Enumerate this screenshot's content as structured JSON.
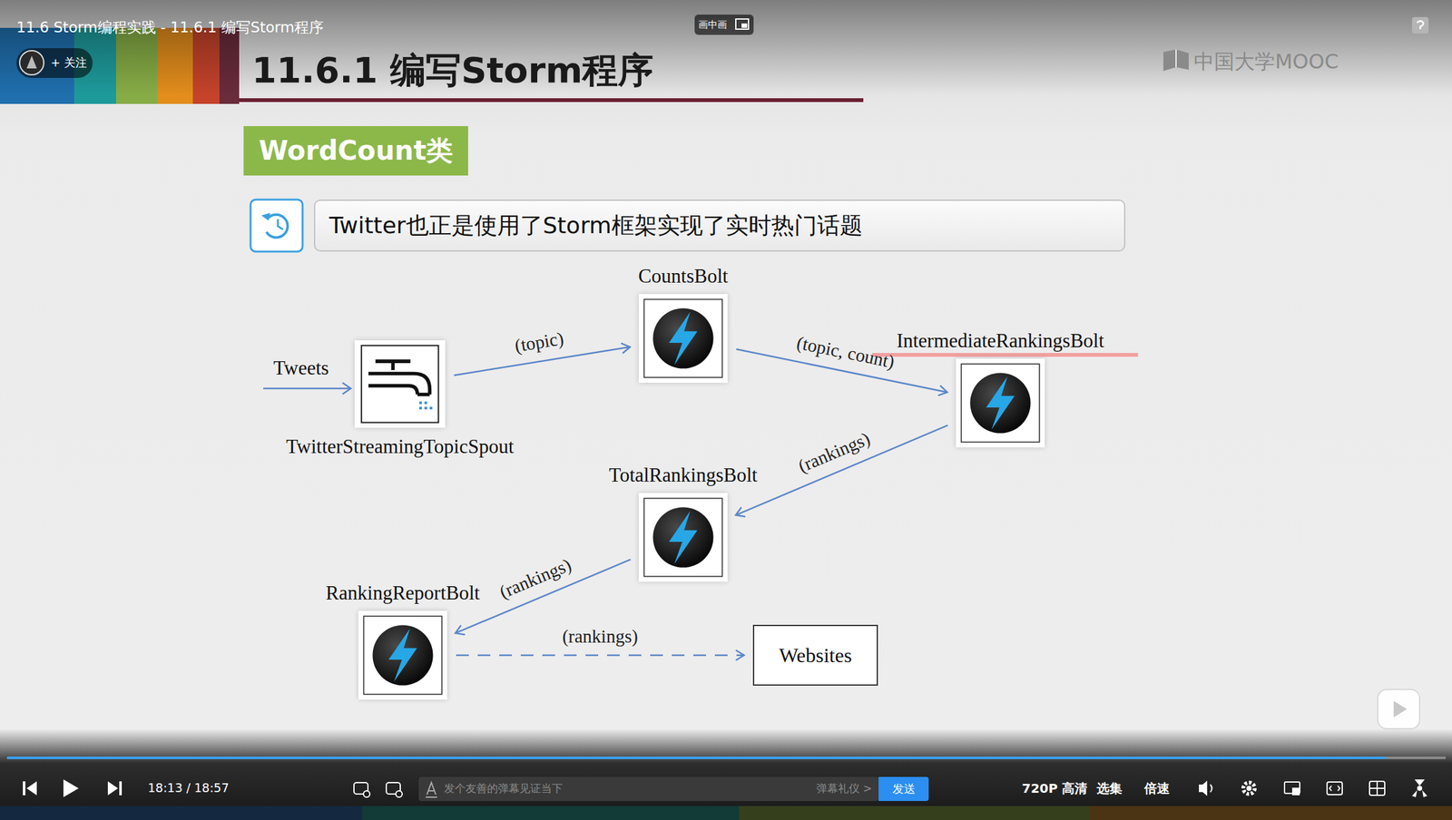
{
  "diagram": {
    "title": "11.6.1 编写Storm程序",
    "nodes": [
      {
        "text": [
          "WordCount类"
        ]
      },
      {
        "text": [
          "Twitter也正是使用了Storm框架实现了实时热门话题"
        ]
      },
      {
        "text": [
          "TwitterStreamingTopicSpout"
        ]
      },
      {
        "text": [
          "CountsBolt"
        ]
      },
      {
        "text": [
          "IntermediateRankingsBolt"
        ]
      },
      {
        "text": [
          "TotalRankingsBolt"
        ]
      },
      {
        "text": [
          "RankingReportBolt"
        ]
      },
      {
        "text": [
          "Websites"
        ]
      },
      {
        "text": [
          "发送"
        ]
      }
    ],
    "edges": [
      {
        "from": 2,
        "to": 3,
        "label": "(topic)",
        "arrow": "to"
      },
      {
        "from": 3,
        "to": 4,
        "label": "(topic, count)",
        "arrow": "to"
      },
      {
        "from": 4,
        "to": 5,
        "label": "(rankings)",
        "arrow": "to"
      },
      {
        "from": 5,
        "to": 6,
        "label": "(rankings)",
        "arrow": "to"
      },
      {
        "from": 6,
        "to": 7,
        "label": "(rankings)",
        "arrow": "to"
      }
    ],
    "labels": [
      "11.6 Storm编程实践 - 11.6.1 编写Storm程序",
      "画中画",
      "+ 关注",
      "中国大学MOOC",
      "Tweets",
      "18:13 / 18:57",
      "发个友善的弹幕见证当下",
      "弹幕礼仪 >",
      "720P 高清",
      "选集",
      "倍速"
    ]
  }
}
